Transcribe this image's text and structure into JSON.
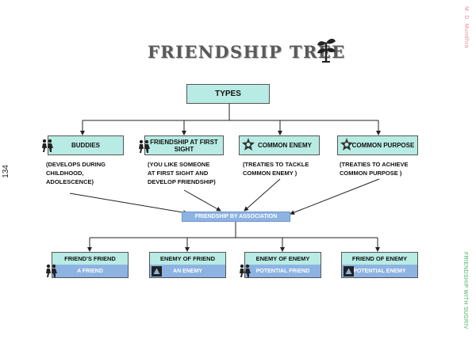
{
  "margin": {
    "author": "M. D. Mundhra",
    "book": "FRIENDSHIP WITH SUGRIV",
    "page_number": "134"
  },
  "title": "FRIENDSHIP TREE",
  "root": {
    "label": "TYPES"
  },
  "types": [
    {
      "label": "BUDDIES",
      "icon": "friends-icon",
      "desc": [
        "(DEVELOPS DURING",
        "CHILDHOOD,",
        "ADOLESCENCE)"
      ]
    },
    {
      "label": "FRIENDSHIP AT FIRST SIGHT",
      "icon": "friends-icon",
      "desc": [
        "(YOU LIKE SOMEONE",
        "AT FIRST SIGHT AND",
        "DEVELOP FRIENDSHIP)"
      ]
    },
    {
      "label": "COMMON ENEMY",
      "icon": "star-badge-icon",
      "desc": [
        "(TREATIES TO TACKLE",
        "COMMON ENEMY )"
      ]
    },
    {
      "label": "COMMON PURPOSE",
      "icon": "star-badge-icon",
      "desc": [
        "(TREATIES TO ACHIEVE",
        "COMMON PURPOSE )"
      ]
    }
  ],
  "association": {
    "label": "FRIENDSHIP BY ASSOCIATION"
  },
  "derived": [
    {
      "label": "FRIEND'S FRIEND",
      "result": "A FRIEND",
      "icon": "friends-icon"
    },
    {
      "label": "ENEMY OF FRIEND",
      "result": "AN ENEMY",
      "icon": "enemy-icon"
    },
    {
      "label": "ENEMY OF ENEMY",
      "result": "POTENTIAL FRIEND",
      "icon": "friends-icon"
    },
    {
      "label": "FRIEND OF ENEMY",
      "result": "POTENTIAL ENEMY",
      "icon": "enemy-icon"
    }
  ],
  "colors": {
    "box_fill": "#b8ebe4",
    "result_fill": "#8db3e2",
    "title": "#5a5a5a"
  }
}
